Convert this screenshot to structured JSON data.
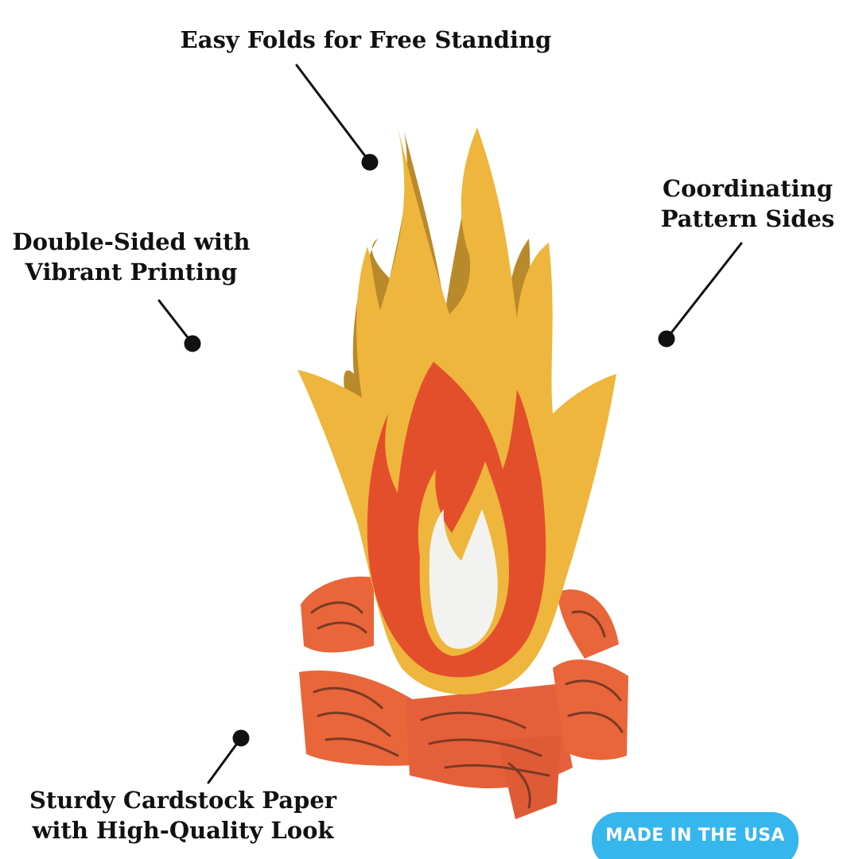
{
  "callouts": {
    "top": "Easy Folds for Free Standing",
    "left": [
      "Double-Sided with",
      "Vibrant Printing"
    ],
    "right": [
      "Coordinating",
      "Pattern Sides"
    ],
    "bottom": [
      "Sturdy Cardstock Paper",
      "with High-Quality Look"
    ]
  },
  "badge": {
    "label": "MADE IN THE USA",
    "color": "#35b6ec",
    "text_color": "#ffffff"
  },
  "colors": {
    "flame_outer": "#eeb63c",
    "flame_shadow": "#b98a2c",
    "flame_middle": "#e34f2b",
    "flame_inner": "#f2f2f0",
    "logs": "#e8663a",
    "log_grain": "#7a3a25",
    "pointer": "#111111"
  },
  "icons": {
    "illustration": "campfire-icon",
    "pointer_dot": "pointer-dot-icon"
  }
}
